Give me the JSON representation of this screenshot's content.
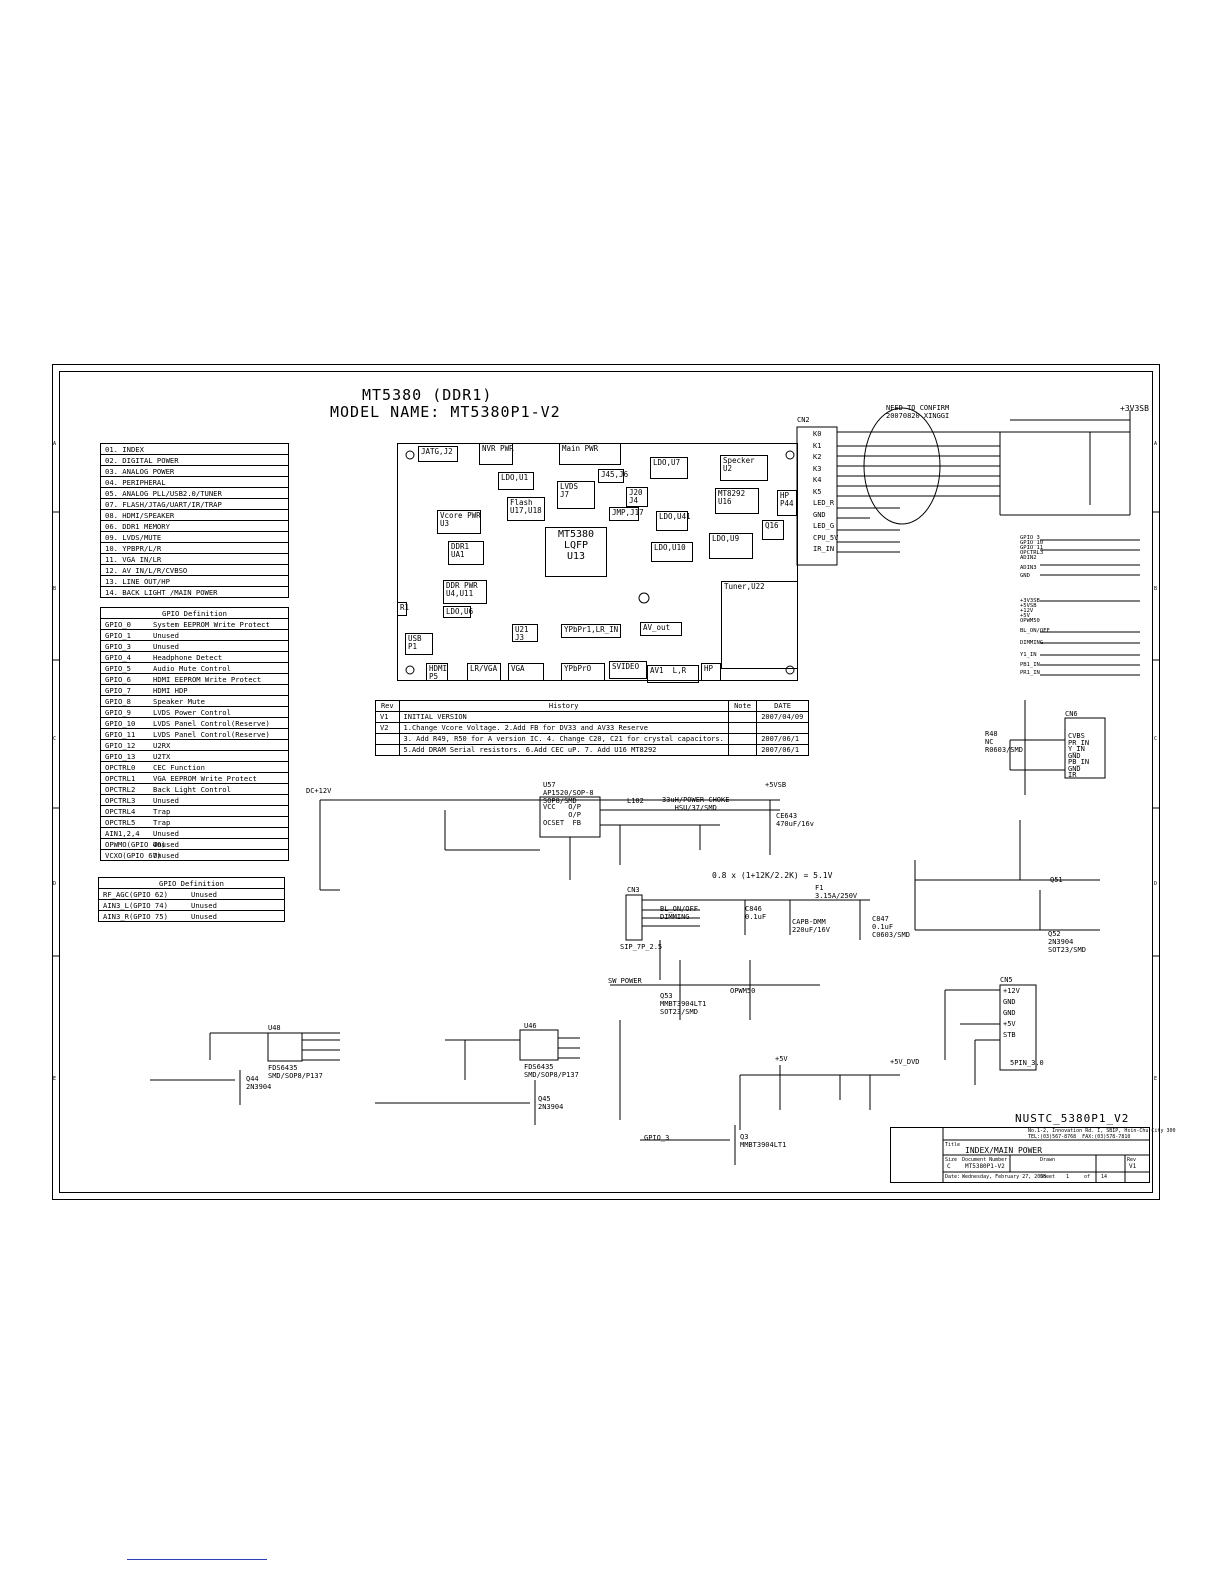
{
  "title": {
    "line1": "MT5380   (DDR1)",
    "line2": "MODEL NAME: MT5380P1-V2"
  },
  "index_items": [
    "01. INDEX",
    "02. DIGITAL POWER",
    "03. ANALOG POWER",
    "04. PERIPHERAL",
    "05. ANALOG PLL/USB2.0/TUNER",
    "07. FLASH/JTAG/UART/IR/TRAP",
    "08. HDMI/SPEAKER",
    "06. DDR1 MEMORY",
    "09. LVDS/MUTE",
    "10. YPBPR/L/R",
    "11. VGA IN/LR",
    "12. AV IN/L/R/CVBSO",
    "13. LINE OUT/HP",
    "14. BACK LIGHT /MAIN POWER"
  ],
  "gpio_table": {
    "header": "GPIO   Definition",
    "rows": [
      [
        "GPIO_0",
        "System EEPROM Write Protect"
      ],
      [
        "GPIO_1",
        "Unused"
      ],
      [
        "GPIO_3",
        "Unused"
      ],
      [
        "GPIO_4",
        "Headphone Detect"
      ],
      [
        "GPIO_5",
        "Audio Mute Control"
      ],
      [
        "GPIO_6",
        "HDMI EEPROM Write Protect"
      ],
      [
        "GPIO_7",
        "HDMI HDP"
      ],
      [
        "GPIO_8",
        "Speaker Mute"
      ],
      [
        "GPIO_9",
        "LVDS Power Control"
      ],
      [
        "GPIO_10",
        "LVDS Panel Control(Reserve)"
      ],
      [
        "GPIO_11",
        "LVDS Panel Control(Reserve)"
      ],
      [
        "GPIO_12",
        "U2RX"
      ],
      [
        "GPIO_13",
        "U2TX"
      ],
      [
        "OPCTRL0",
        "CEC Function"
      ],
      [
        "OPCTRL1",
        "VGA EEPROM Write Protect"
      ],
      [
        "OPCTRL2",
        "Back Light Control"
      ],
      [
        "OPCTRL3",
        "Unused"
      ],
      [
        "OPCTRL4",
        "Trap"
      ],
      [
        "OPCTRL5",
        "Trap"
      ],
      [
        "AIN1,2,4",
        "Unused"
      ],
      [
        "OPWMO(GPIO 40)",
        "Unused"
      ],
      [
        "VCXO(GPIO 67)",
        "Unused"
      ]
    ]
  },
  "gpio_table2": {
    "header": "GPIO   Definition",
    "rows": [
      [
        "RF_AGC(GPIO 62)",
        "Unused"
      ],
      [
        "AIN3_L(GPIO 74)",
        "Unused"
      ],
      [
        "AIN3_R(GPIO 75)",
        "Unused"
      ]
    ]
  },
  "board_blocks": [
    {
      "label": "JATG,J2"
    },
    {
      "label": "NVR PWR"
    },
    {
      "label": "Main PWR"
    },
    {
      "label": "LDO,U1"
    },
    {
      "label": "LVDS\nJ7"
    },
    {
      "label": "J45,J6"
    },
    {
      "label": "J20\nJ4"
    },
    {
      "label": "LDO,U7"
    },
    {
      "label": "Specker\nU2"
    },
    {
      "label": "Flash\nU17,U18"
    },
    {
      "label": "JMP,J17"
    },
    {
      "label": "MT8292\nU16"
    },
    {
      "label": "HP\nP44"
    },
    {
      "label": "Vcore PWR\nU3"
    },
    {
      "label": "MT5380\nLQFP\nU13"
    },
    {
      "label": "LDO,U41"
    },
    {
      "label": "Q16"
    },
    {
      "label": "DDR1\nUA1"
    },
    {
      "label": "LDO,U10"
    },
    {
      "label": "LDO,U9"
    },
    {
      "label": "DDR PWR\nU4,U11"
    },
    {
      "label": "LDO,U6"
    },
    {
      "label": "R1"
    },
    {
      "label": "U21\nJ3"
    },
    {
      "label": "YPbPr1,LR_IN"
    },
    {
      "label": "AV_out"
    },
    {
      "label": "Tuner,U22"
    },
    {
      "label": "USB\nP1"
    },
    {
      "label": "HDMI\nP5"
    },
    {
      "label": "LR/VGA"
    },
    {
      "label": "VGA"
    },
    {
      "label": "YPbPrO"
    },
    {
      "label": "SVIDEO"
    },
    {
      "label": "AV1  L,R"
    },
    {
      "label": "HP"
    }
  ],
  "history": {
    "headers": [
      "Rev",
      "History",
      "Note",
      "DATE"
    ],
    "rows": [
      [
        "V1",
        "INITIAL VERSION",
        "",
        "2007/04/09"
      ],
      [
        "V2",
        "1.Change Vcore Voltage. 2.Add FB for DV33 and AV33 Reserve",
        "",
        ""
      ],
      [
        "",
        "3. Add R49, R50 for A version IC. 4. Change C20, C21 for crystal capacitors.",
        "",
        "2007/06/1"
      ],
      [
        "",
        "5.Add DRAM Serial resistors. 6.Add CEC uP. 7. Add U16 MT8292",
        "",
        "2007/06/1"
      ]
    ]
  },
  "schematic_labels": {
    "need_to_confirm": "NEED TO CONFIRM\n20070820 XINGGI",
    "v3v3sb": "+3V3SB",
    "cn2": "CN2",
    "cn2_pins": [
      "K0",
      "K1",
      "K2",
      "K3",
      "K4",
      "K5",
      "LED_R",
      "GND",
      "LED_G",
      "CPU_5V",
      "IR_IN"
    ],
    "led_r": "LED_R",
    "u57": "U57\nAP1520/SOP-8\nSOP8/SMD",
    "ldo_pins": "VCC   O/P\n      O/P\nOCSET  FB",
    "l102": "L102",
    "choke": "33uH/POWER CHOKE\n   HSU/37/SMD",
    "v5vsb": "+5VSB",
    "c643": "CE643\n470uF/16v",
    "dc12v": "DC+12V",
    "formula": "0.8 x (1+12K/2.2K) = 5.1V",
    "cn3": "CN3",
    "sip": "SIP_7P_2.5",
    "bl_on_off": "BL_ON/OFF",
    "dimming": "DIMMING",
    "fuse": "F1\n3.15A/250V",
    "c846": "C846\n0.1uF",
    "c847": "C847\n0.1uF\nC0603/SMD",
    "cap_dmm": "CAPB-DMM\n220uF/16V",
    "sw_power": "SW_POWER",
    "q53": "Q53\nMMBT3904LT1\nSOT23/SMD",
    "u48": "U48",
    "fds": "FDS6435\nSMD/SOP8/P137",
    "q44": "Q44\n2N3904",
    "u46": "U46",
    "fds2": "FDS6435\nSMD/SOP8/P137",
    "q45": "Q45\n2N3904",
    "gpio3": "GPIO_3",
    "q3": "Q3\nMMBT3904LT1",
    "v5v": "+5V",
    "v5vdvd": "+5V_DVD",
    "cn5": "CN5",
    "cn5_pins": [
      "+12V",
      "GND",
      "GND",
      "+5V",
      "STB"
    ],
    "spin": "5PIN_3.0",
    "opwmo": "OPWM50",
    "r48": "R48\nNC\nR0603/SMD",
    "cn6": "CN6",
    "cn6_pins": [
      "CVBS",
      "PR_IN",
      "Y_IN",
      "GND",
      "PB_IN",
      "GND",
      "IR"
    ],
    "q51": "Q51",
    "q52": "Q52\n2N3904\nSOT23/SMD",
    "netlist_right": [
      "GPIO_3",
      "GPIO_10",
      "GPIO_11",
      "OPCTRL3",
      "ADIN2",
      "ADIN3",
      "GND",
      "+3V3SB",
      "+5VSB",
      "+12V",
      "+5V",
      "OPWM50",
      "BL_ON/OFF",
      "DIMMING",
      "Y1_IN",
      "PB1_IN",
      "PR1_IN"
    ],
    "nustc": "NUSTC_5380P1_V2"
  },
  "title_block": {
    "company": "No.1-2, Innovation Rd. I, SBIP, Hsin-Chu City 300\nTEL:(03)567-8768  FAX:(03)578-7810",
    "title_label": "Title",
    "title": "INDEX/MAIN POWER",
    "size_label": "Size",
    "size": "C",
    "doc_label": "Document Number",
    "doc": "MT5380P1-V2",
    "drawn_label": "Drawn",
    "rev_label": "Rev",
    "rev": "V1",
    "date_label": "Date:",
    "date": "Wednesday, February 27, 2008",
    "sheet_label": "Sheet",
    "sheet": "1",
    "of_label": "of",
    "of": "14"
  },
  "border_letters": [
    "A",
    "B",
    "C",
    "D",
    "E"
  ]
}
